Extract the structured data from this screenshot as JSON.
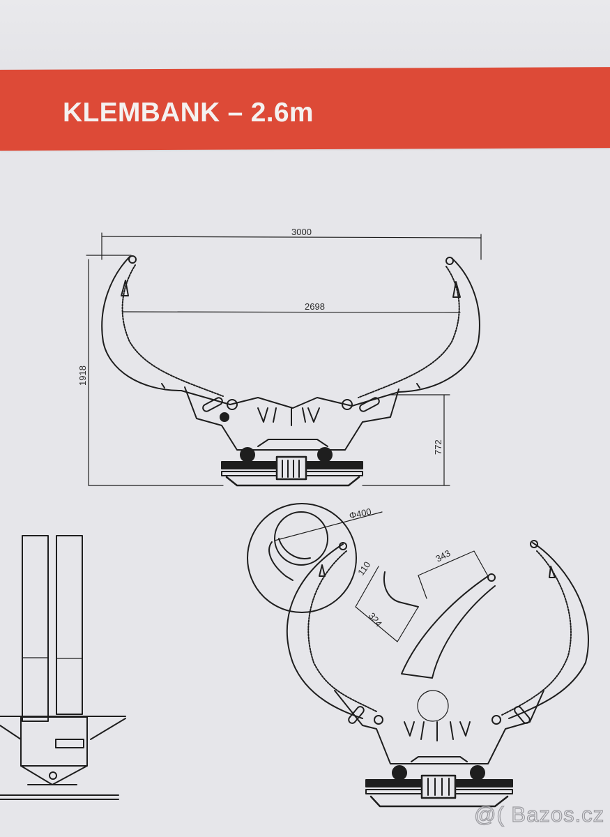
{
  "header": {
    "title": "KLEMBANK – 2.6m",
    "banner_color": "#dd4a37",
    "text_color": "#f4f1f0"
  },
  "front_view": {
    "dimensions": {
      "overall_width": "3000",
      "inner_width": "2698",
      "overall_height": "1918",
      "base_height": "772"
    }
  },
  "detail_view": {
    "dimensions": {
      "log_diameter": "Φ400",
      "jaw_depth": "110",
      "jaw_length": "324",
      "arm_segment": "343"
    }
  },
  "side_view": {
    "label": ""
  },
  "watermark": {
    "text": "@( Bazos.cz"
  },
  "colors": {
    "paper": "#e6e6ea",
    "line": "#1e1e1e"
  }
}
